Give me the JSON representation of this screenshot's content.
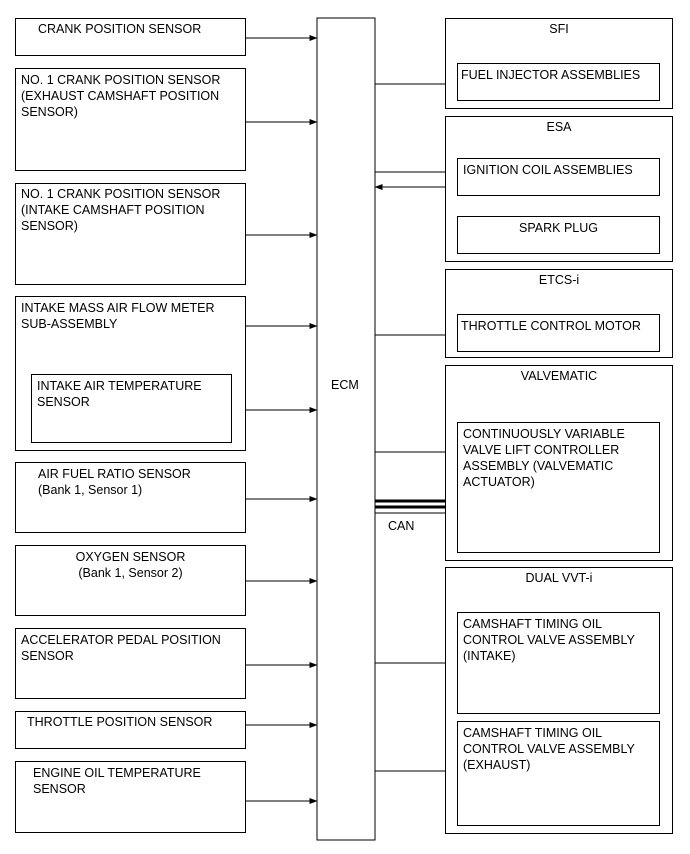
{
  "ecm": {
    "label": "ECM"
  },
  "can": {
    "label": "CAN"
  },
  "inputs": {
    "crank": "CRANK POSITION SENSOR",
    "no1_exhaust": "NO. 1 CRANK POSITION SENSOR\n(EXHAUST CAMSHAFT POSITION\nSENSOR)",
    "no1_intake": "NO. 1 CRANK POSITION SENSOR\n(INTAKE CAMSHAFT POSITION\nSENSOR)",
    "maf": "INTAKE MASS AIR FLOW METER\nSUB-ASSEMBLY",
    "iat": "INTAKE AIR TEMPERATURE\nSENSOR",
    "af": "AIR FUEL RATIO SENSOR\n(Bank 1, Sensor 1)",
    "o2": "OXYGEN SENSOR\n(Bank 1, Sensor 2)",
    "app": "ACCELERATOR PEDAL POSITION\nSENSOR",
    "tps": "THROTTLE POSITION SENSOR",
    "eot": "ENGINE OIL TEMPERATURE\nSENSOR"
  },
  "outputs": {
    "sfi": {
      "title": "SFI",
      "items": [
        "FUEL INJECTOR ASSEMBLIES"
      ]
    },
    "esa": {
      "title": "ESA",
      "items": [
        "IGNITION COIL ASSEMBLIES",
        "SPARK PLUG"
      ]
    },
    "etcs": {
      "title": "ETCS-i",
      "items": [
        "THROTTLE CONTROL MOTOR"
      ]
    },
    "valvematic": {
      "title": "VALVEMATIC",
      "items": [
        "CONTINUOUSLY VARIABLE\nVALVE LIFT CONTROLLER\nASSEMBLY (VALVEMATIC\nACTUATOR)"
      ]
    },
    "vvt": {
      "title": "DUAL VVT-i",
      "items": [
        "CAMSHAFT TIMING OIL\nCONTROL VALVE ASSEMBLY\n(INTAKE)",
        "CAMSHAFT TIMING OIL\nCONTROL VALVE ASSEMBLY\n(EXHAUST)"
      ]
    }
  }
}
